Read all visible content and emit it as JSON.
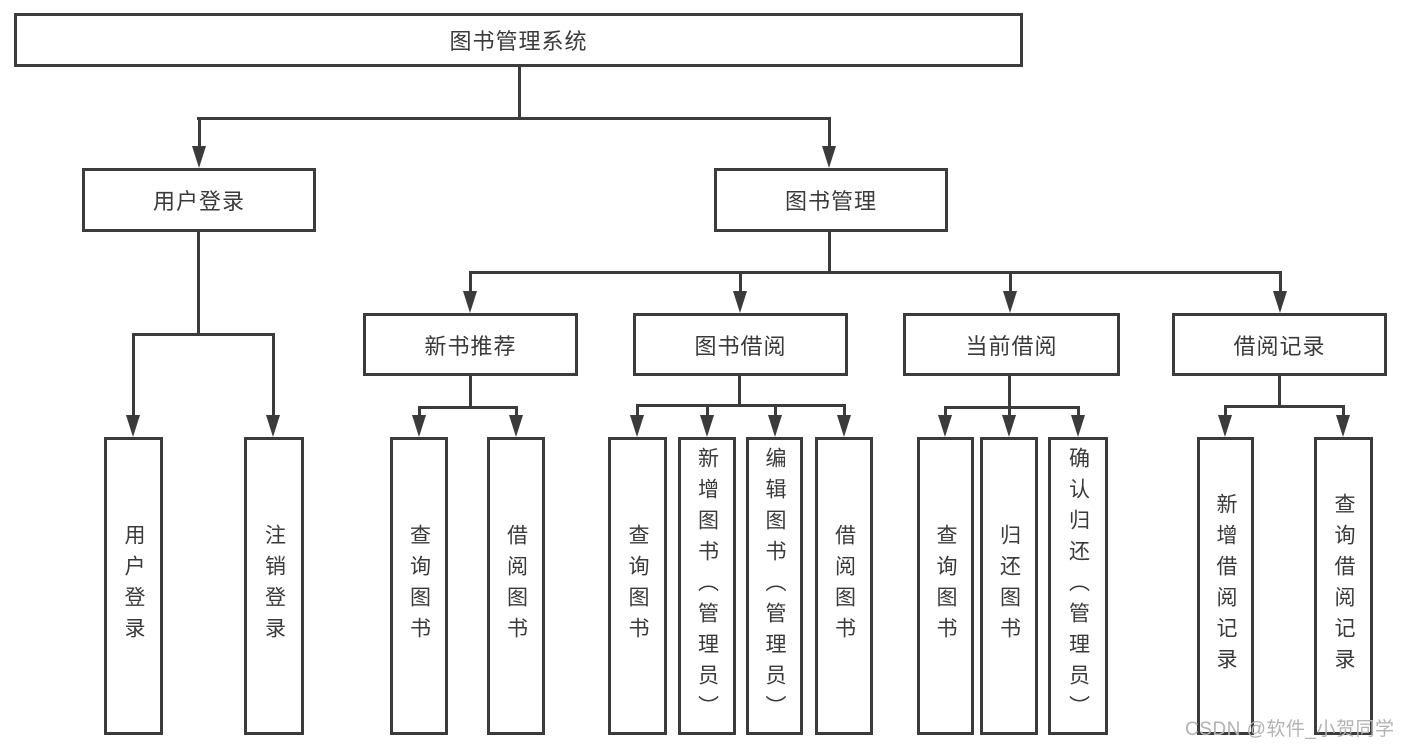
{
  "diagram": {
    "type": "hierarchy",
    "root": {
      "label": "图书管理系统"
    },
    "branches": [
      {
        "label": "用户登录"
      },
      {
        "label": "图书管理"
      }
    ],
    "modules": [
      {
        "label": "新书推荐",
        "parent": "图书管理"
      },
      {
        "label": "图书借阅",
        "parent": "图书管理"
      },
      {
        "label": "当前借阅",
        "parent": "图书管理"
      },
      {
        "label": "借阅记录",
        "parent": "图书管理"
      }
    ],
    "functions": [
      {
        "label": "用户登录",
        "parent": "用户登录"
      },
      {
        "label": "注销登录",
        "parent": "用户登录"
      },
      {
        "label": "查询图书",
        "parent": "新书推荐"
      },
      {
        "label": "借阅图书",
        "parent": "新书推荐"
      },
      {
        "label": "查询图书",
        "parent": "图书借阅"
      },
      {
        "label": "新增图书（管理员）",
        "parent": "图书借阅"
      },
      {
        "label": "编辑图书（管理员）",
        "parent": "图书借阅"
      },
      {
        "label": "借阅图书",
        "parent": "图书借阅"
      },
      {
        "label": "查询图书",
        "parent": "当前借阅"
      },
      {
        "label": "归还图书",
        "parent": "当前借阅"
      },
      {
        "label": "确认归还（管理员）",
        "parent": "当前借阅"
      },
      {
        "label": "新增借阅记录",
        "parent": "借阅记录"
      },
      {
        "label": "查询借阅记录",
        "parent": "借阅记录"
      }
    ]
  },
  "watermark": {
    "text": "CSDN @软件_小贺同学"
  },
  "colors": {
    "line": "#3b3b3b",
    "text": "#3a3a3a",
    "watermark": "#b3b3b3",
    "background": "#ffffff"
  }
}
